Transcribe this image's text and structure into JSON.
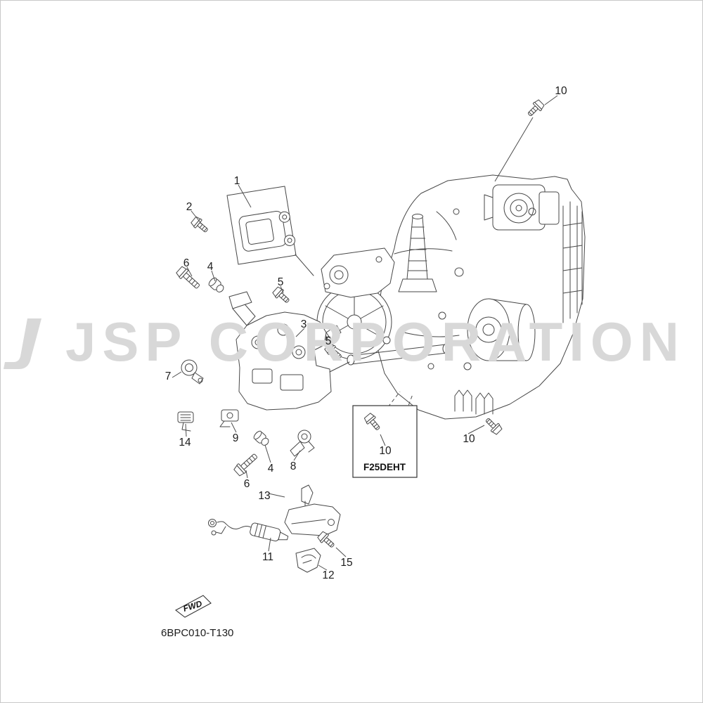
{
  "watermark": {
    "text": "JSP CORPORATION"
  },
  "footer": {
    "diagram_code": "6BPC010-T130"
  },
  "labels": {
    "model_box": "F25DEHT",
    "fwd": "FWD"
  },
  "colors": {
    "line": "#474747",
    "watermark": "#d8d8d8",
    "background": "#ffffff"
  },
  "callouts": [
    {
      "ref": "10"
    },
    {
      "ref": "1"
    },
    {
      "ref": "2"
    },
    {
      "ref": "6"
    },
    {
      "ref": "4"
    },
    {
      "ref": "5"
    },
    {
      "ref": "3"
    },
    {
      "ref": "5"
    },
    {
      "ref": "7"
    },
    {
      "ref": "14"
    },
    {
      "ref": "9"
    },
    {
      "ref": "4"
    },
    {
      "ref": "8"
    },
    {
      "ref": "6"
    },
    {
      "ref": "10"
    },
    {
      "ref": "10"
    },
    {
      "ref": "13"
    },
    {
      "ref": "11"
    },
    {
      "ref": "15"
    },
    {
      "ref": "12"
    }
  ]
}
